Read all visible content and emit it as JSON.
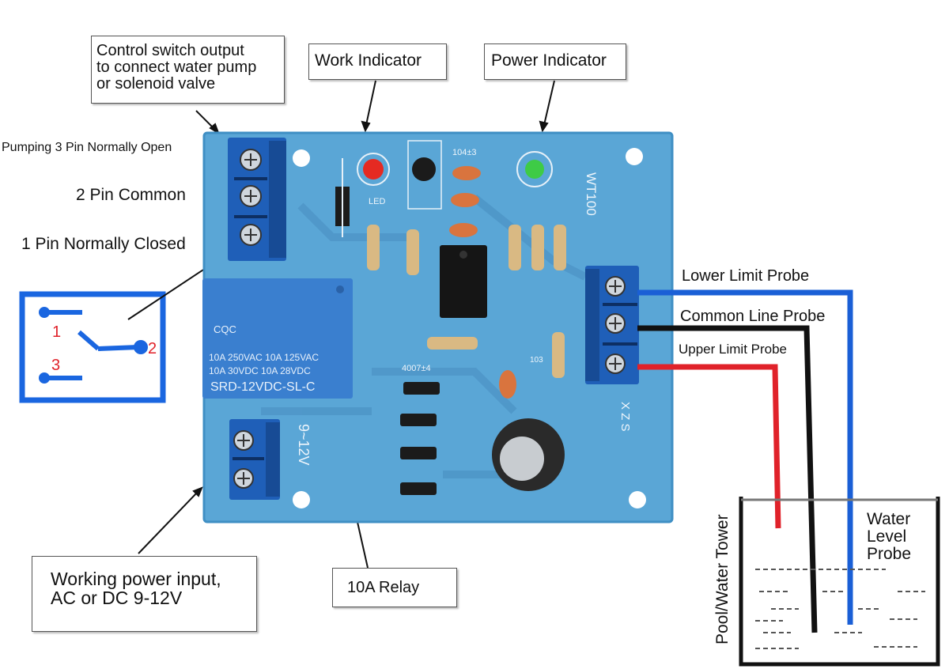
{
  "callouts": {
    "control_output": "Control switch output\nto connect water pump\nor solenoid valve",
    "work_indicator": "Work Indicator",
    "power_indicator": "Power Indicator",
    "power_input": "Working power input,\nAC or DC 9-12V",
    "relay": "10A Relay"
  },
  "pins": {
    "pin3": "Pumping 3 Pin Normally Open",
    "pin2": "2 Pin Common",
    "pin1": "1 Pin Normally Closed"
  },
  "switch_symbol": {
    "n1": "1",
    "n2": "2",
    "n3": "3"
  },
  "probes": {
    "lower": "Lower Limit Probe",
    "common": "Common Line Probe",
    "upper": "Upper Limit Probe",
    "water_level": "Water\nLevel\nProbe",
    "tank": "Pool/Water Tower"
  },
  "board": {
    "model": "WT100",
    "led_label": "LED",
    "cap_code": "104±3",
    "diode_code": "4007±4",
    "cap103": "103",
    "input_label": "9~12V",
    "probe_letters": "X Z S",
    "relay_brand": "CQC",
    "relay_lines": [
      "10A 250VAC  10A 125VAC",
      "10A  30VDC  10A  28VDC",
      "SRD-12VDC-SL-C"
    ]
  },
  "colors": {
    "pcb": "#5aa6d6",
    "terminal": "#1f5fb8",
    "relay": "#3a7fcf",
    "lower_wire": "#1a5fd6",
    "common_wire": "#111111",
    "upper_wire": "#e0222a",
    "switch_frame": "#1a66e0",
    "switch_numbers": "#e0222a"
  }
}
